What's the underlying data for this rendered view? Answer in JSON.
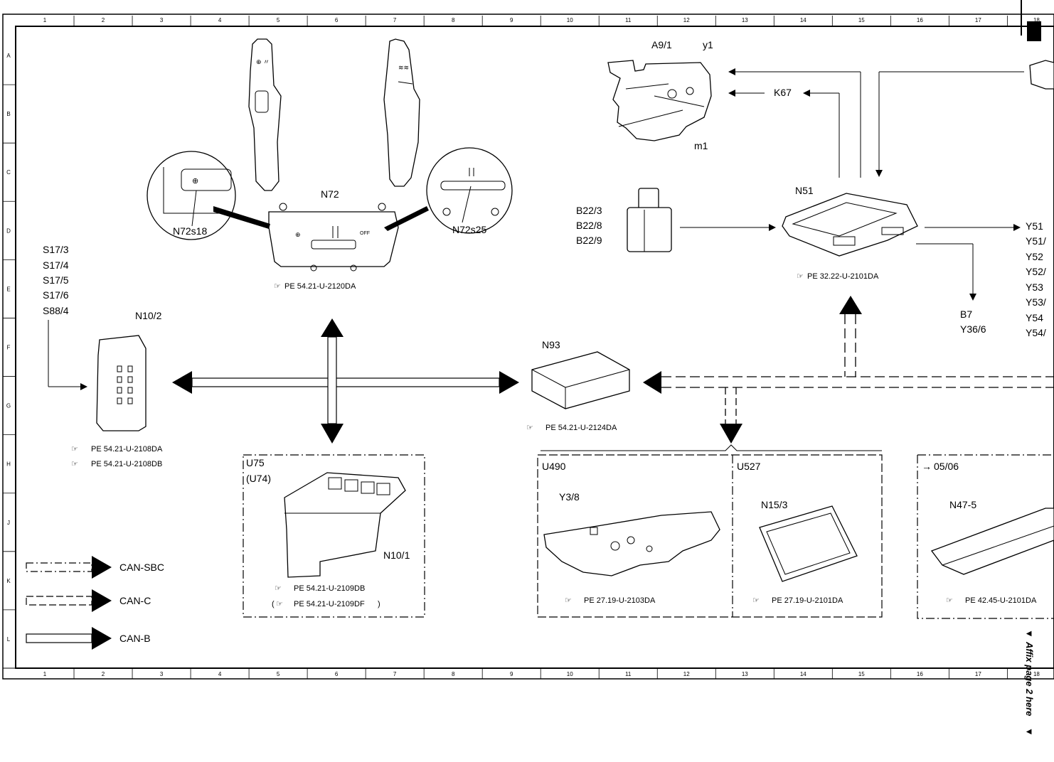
{
  "grid": {
    "columns": [
      "1",
      "2",
      "3",
      "4",
      "5",
      "6",
      "7",
      "8",
      "9",
      "10",
      "11",
      "12",
      "13",
      "14",
      "15",
      "16",
      "17",
      "18"
    ],
    "rows": [
      "A",
      "B",
      "C",
      "D",
      "E",
      "F",
      "G",
      "H",
      "J",
      "K",
      "L"
    ]
  },
  "components": {
    "n72": {
      "label": "N72",
      "ref": "PE 54.21-U-2120DA",
      "detail_left": "N72s18",
      "detail_right": "N72s25"
    },
    "a91": {
      "label": "A9/1",
      "y1": "y1",
      "m1": "m1"
    },
    "k67": {
      "label": "K67"
    },
    "b22": {
      "lines": [
        "B22/3",
        "B22/8",
        "B22/9"
      ]
    },
    "n51": {
      "label": "N51",
      "ref": "PE 32.22-U-2101DA"
    },
    "y_outputs": [
      "Y51",
      "Y51/",
      "Y52",
      "Y52/",
      "Y53",
      "Y53/",
      "Y54",
      "Y54/"
    ],
    "b7": {
      "lines": [
        "B7",
        "Y36/6"
      ]
    },
    "s17": {
      "lines": [
        "S17/3",
        "S17/4",
        "S17/5",
        "S17/6",
        "S88/4"
      ]
    },
    "n102": {
      "label": "N10/2",
      "refs": [
        "PE 54.21-U-2108DA",
        "PE 54.21-U-2108DB"
      ]
    },
    "n93": {
      "label": "N93",
      "ref": "PE 54.21-U-2124DA"
    },
    "u75": {
      "label": "U75",
      "label2": "(U74)",
      "inner": "N10/1",
      "refs": [
        "PE 54.21-U-2109DB",
        "PE 54.21-U-2109DF"
      ]
    },
    "u490": {
      "label": "U490",
      "inner": "Y3/8",
      "ref": "PE 27.19-U-2103DA"
    },
    "u527": {
      "label": "U527",
      "inner": "N15/3",
      "ref": "PE 27.19-U-2101DA"
    },
    "u0506": {
      "label": "05/06",
      "inner": "N47-5",
      "ref": "PE 42.45-U-2101DA"
    }
  },
  "legend": [
    {
      "name": "CAN-SBC"
    },
    {
      "name": "CAN-C"
    },
    {
      "name": "CAN-B"
    }
  ],
  "affix_note": "Affix page 2 here"
}
